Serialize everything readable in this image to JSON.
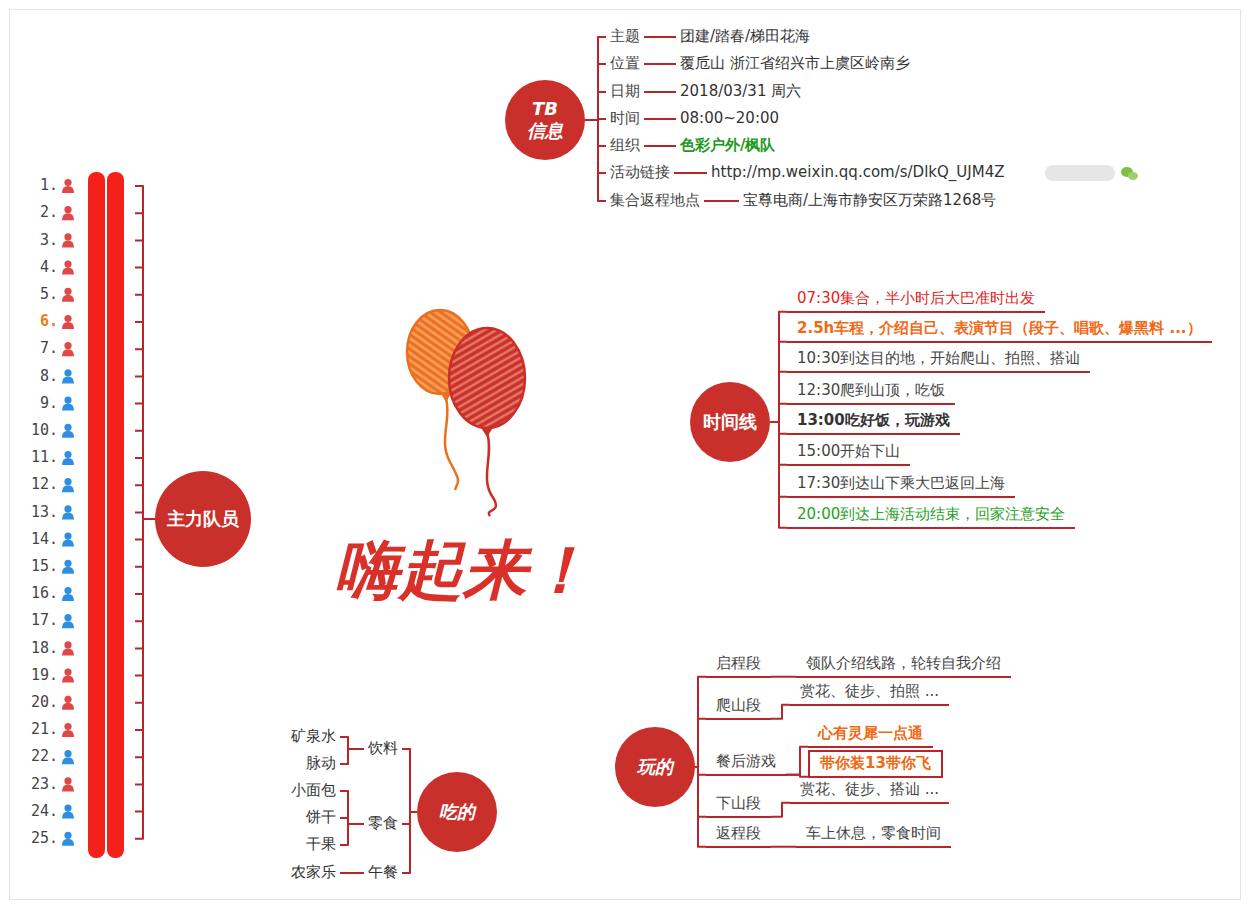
{
  "diagram": {
    "title": "嗨起来！",
    "nodes": [
      {
        "text": [
          "TB信息"
        ]
      },
      {
        "text": [
          "主题"
        ]
      },
      {
        "text": [
          "团建/踏春/梯田花海"
        ]
      },
      {
        "text": [
          "位置"
        ]
      },
      {
        "text": [
          "覆卮山 浙江省绍兴市上虞区岭南乡"
        ]
      },
      {
        "text": [
          "日期"
        ]
      },
      {
        "text": [
          "2018/03/31 周六"
        ]
      },
      {
        "text": [
          "时间"
        ]
      },
      {
        "text": [
          "08:00~20:00"
        ]
      },
      {
        "text": [
          "组织"
        ]
      },
      {
        "text": [
          "色彩户外/枫队"
        ]
      },
      {
        "text": [
          "活动链接"
        ]
      },
      {
        "text": [
          "http://mp.weixin.qq.com/s/DlkQ_UJM4Z"
        ]
      },
      {
        "text": [
          "集合返程地点"
        ]
      },
      {
        "text": [
          "宝尊电商/上海市静安区万荣路1268号"
        ]
      },
      {
        "text": [
          "主力队员"
        ]
      },
      {
        "text": [
          "1."
        ]
      },
      {
        "text": [
          "2."
        ]
      },
      {
        "text": [
          "3."
        ]
      },
      {
        "text": [
          "4."
        ]
      },
      {
        "text": [
          "5."
        ]
      },
      {
        "text": [
          "6."
        ]
      },
      {
        "text": [
          "7."
        ]
      },
      {
        "text": [
          "8."
        ]
      },
      {
        "text": [
          "9."
        ]
      },
      {
        "text": [
          "10."
        ]
      },
      {
        "text": [
          "11."
        ]
      },
      {
        "text": [
          "12."
        ]
      },
      {
        "text": [
          "13."
        ]
      },
      {
        "text": [
          "14."
        ]
      },
      {
        "text": [
          "15."
        ]
      },
      {
        "text": [
          "16."
        ]
      },
      {
        "text": [
          "17."
        ]
      },
      {
        "text": [
          "18."
        ]
      },
      {
        "text": [
          "19."
        ]
      },
      {
        "text": [
          "20."
        ]
      },
      {
        "text": [
          "21."
        ]
      },
      {
        "text": [
          "22."
        ]
      },
      {
        "text": [
          "23."
        ]
      },
      {
        "text": [
          "24."
        ]
      },
      {
        "text": [
          "25."
        ]
      },
      {
        "text": [
          "时间线"
        ]
      },
      {
        "text": [
          "07:30集合，半小时后大巴准时出发"
        ]
      },
      {
        "text": [
          "2.5h车程，介绍自己、表演节目（段子、唱歌、爆黑料 ...）"
        ]
      },
      {
        "text": [
          "10:30到达目的地，开始爬山、拍照、搭讪"
        ]
      },
      {
        "text": [
          "12:30爬到山顶，吃饭"
        ]
      },
      {
        "text": [
          "13:00吃好饭，玩游戏"
        ]
      },
      {
        "text": [
          "15:00开始下山"
        ]
      },
      {
        "text": [
          "17:30到达山下乘大巴返回上海"
        ]
      },
      {
        "text": [
          "20:00到达上海活动结束，回家注意安全"
        ]
      },
      {
        "text": [
          "玩的"
        ]
      },
      {
        "text": [
          "启程段"
        ]
      },
      {
        "text": [
          "领队介绍线路，轮转自我介绍"
        ]
      },
      {
        "text": [
          "爬山段"
        ]
      },
      {
        "text": [
          "赏花、徒步、拍照 ..."
        ]
      },
      {
        "text": [
          "餐后游戏"
        ]
      },
      {
        "text": [
          "心有灵犀一点通"
        ]
      },
      {
        "text": [
          "带你装13带你飞"
        ]
      },
      {
        "text": [
          "下山段"
        ]
      },
      {
        "text": [
          "赏花、徒步、搭讪 ..."
        ]
      },
      {
        "text": [
          "返程段"
        ]
      },
      {
        "text": [
          "车上休息，零食时间"
        ]
      },
      {
        "text": [
          "吃的"
        ]
      },
      {
        "text": [
          "饮料"
        ]
      },
      {
        "text": [
          "矿泉水"
        ]
      },
      {
        "text": [
          "脉动"
        ]
      },
      {
        "text": [
          "零食"
        ]
      },
      {
        "text": [
          "小面包"
        ]
      },
      {
        "text": [
          "饼干"
        ]
      },
      {
        "text": [
          "干果"
        ]
      },
      {
        "text": [
          "午餐"
        ]
      },
      {
        "text": [
          "农家乐"
        ]
      }
    ],
    "edges": [
      {
        "from": 0,
        "to": 1,
        "arrow": "none"
      },
      {
        "from": 0,
        "to": 3,
        "arrow": "none"
      },
      {
        "from": 0,
        "to": 5,
        "arrow": "none"
      },
      {
        "from": 0,
        "to": 7,
        "arrow": "none"
      },
      {
        "from": 0,
        "to": 9,
        "arrow": "none"
      },
      {
        "from": 0,
        "to": 11,
        "arrow": "none"
      },
      {
        "from": 0,
        "to": 13,
        "arrow": "none"
      },
      {
        "from": 1,
        "to": 2,
        "arrow": "none"
      },
      {
        "from": 3,
        "to": 4,
        "arrow": "none"
      },
      {
        "from": 5,
        "to": 6,
        "arrow": "none"
      },
      {
        "from": 7,
        "to": 8,
        "arrow": "none"
      },
      {
        "from": 9,
        "to": 10,
        "arrow": "none"
      },
      {
        "from": 11,
        "to": 12,
        "arrow": "none"
      },
      {
        "from": 13,
        "to": 14,
        "arrow": "none"
      },
      {
        "from": 15,
        "to": 16,
        "arrow": "none"
      },
      {
        "from": 15,
        "to": 17,
        "arrow": "none"
      },
      {
        "from": 15,
        "to": 18,
        "arrow": "none"
      },
      {
        "from": 15,
        "to": 19,
        "arrow": "none"
      },
      {
        "from": 15,
        "to": 20,
        "arrow": "none"
      },
      {
        "from": 15,
        "to": 21,
        "arrow": "none"
      },
      {
        "from": 15,
        "to": 22,
        "arrow": "none"
      },
      {
        "from": 15,
        "to": 23,
        "arrow": "none"
      },
      {
        "from": 15,
        "to": 24,
        "arrow": "none"
      },
      {
        "from": 15,
        "to": 25,
        "arrow": "none"
      },
      {
        "from": 15,
        "to": 26,
        "arrow": "none"
      },
      {
        "from": 15,
        "to": 27,
        "arrow": "none"
      },
      {
        "from": 15,
        "to": 28,
        "arrow": "none"
      },
      {
        "from": 15,
        "to": 29,
        "arrow": "none"
      },
      {
        "from": 15,
        "to": 30,
        "arrow": "none"
      },
      {
        "from": 15,
        "to": 31,
        "arrow": "none"
      },
      {
        "from": 15,
        "to": 32,
        "arrow": "none"
      },
      {
        "from": 15,
        "to": 33,
        "arrow": "none"
      },
      {
        "from": 15,
        "to": 34,
        "arrow": "none"
      },
      {
        "from": 15,
        "to": 35,
        "arrow": "none"
      },
      {
        "from": 15,
        "to": 36,
        "arrow": "none"
      },
      {
        "from": 15,
        "to": 37,
        "arrow": "none"
      },
      {
        "from": 15,
        "to": 38,
        "arrow": "none"
      },
      {
        "from": 15,
        "to": 39,
        "arrow": "none"
      },
      {
        "from": 15,
        "to": 40,
        "arrow": "none"
      },
      {
        "from": 41,
        "to": 42,
        "arrow": "none"
      },
      {
        "from": 41,
        "to": 43,
        "arrow": "none"
      },
      {
        "from": 41,
        "to": 44,
        "arrow": "none"
      },
      {
        "from": 41,
        "to": 45,
        "arrow": "none"
      },
      {
        "from": 41,
        "to": 46,
        "arrow": "none"
      },
      {
        "from": 41,
        "to": 47,
        "arrow": "none"
      },
      {
        "from": 41,
        "to": 48,
        "arrow": "none"
      },
      {
        "from": 41,
        "to": 49,
        "arrow": "none"
      },
      {
        "from": 50,
        "to": 51,
        "arrow": "none"
      },
      {
        "from": 50,
        "to": 53,
        "arrow": "none"
      },
      {
        "from": 50,
        "to": 55,
        "arrow": "none"
      },
      {
        "from": 50,
        "to": 58,
        "arrow": "none"
      },
      {
        "from": 50,
        "to": 60,
        "arrow": "none"
      },
      {
        "from": 51,
        "to": 52,
        "arrow": "none"
      },
      {
        "from": 53,
        "to": 54,
        "arrow": "none"
      },
      {
        "from": 55,
        "to": 56,
        "arrow": "none"
      },
      {
        "from": 55,
        "to": 57,
        "arrow": "none"
      },
      {
        "from": 58,
        "to": 59,
        "arrow": "none"
      },
      {
        "from": 60,
        "to": 61,
        "arrow": "none"
      },
      {
        "from": 62,
        "to": 63,
        "arrow": "none"
      },
      {
        "from": 62,
        "to": 66,
        "arrow": "none"
      },
      {
        "from": 62,
        "to": 70,
        "arrow": "none"
      },
      {
        "from": 63,
        "to": 64,
        "arrow": "none"
      },
      {
        "from": 63,
        "to": 65,
        "arrow": "none"
      },
      {
        "from": 66,
        "to": 67,
        "arrow": "none"
      },
      {
        "from": 66,
        "to": 68,
        "arrow": "none"
      },
      {
        "from": 66,
        "to": 69,
        "arrow": "none"
      },
      {
        "from": 70,
        "to": 71,
        "arrow": "none"
      }
    ]
  }
}
